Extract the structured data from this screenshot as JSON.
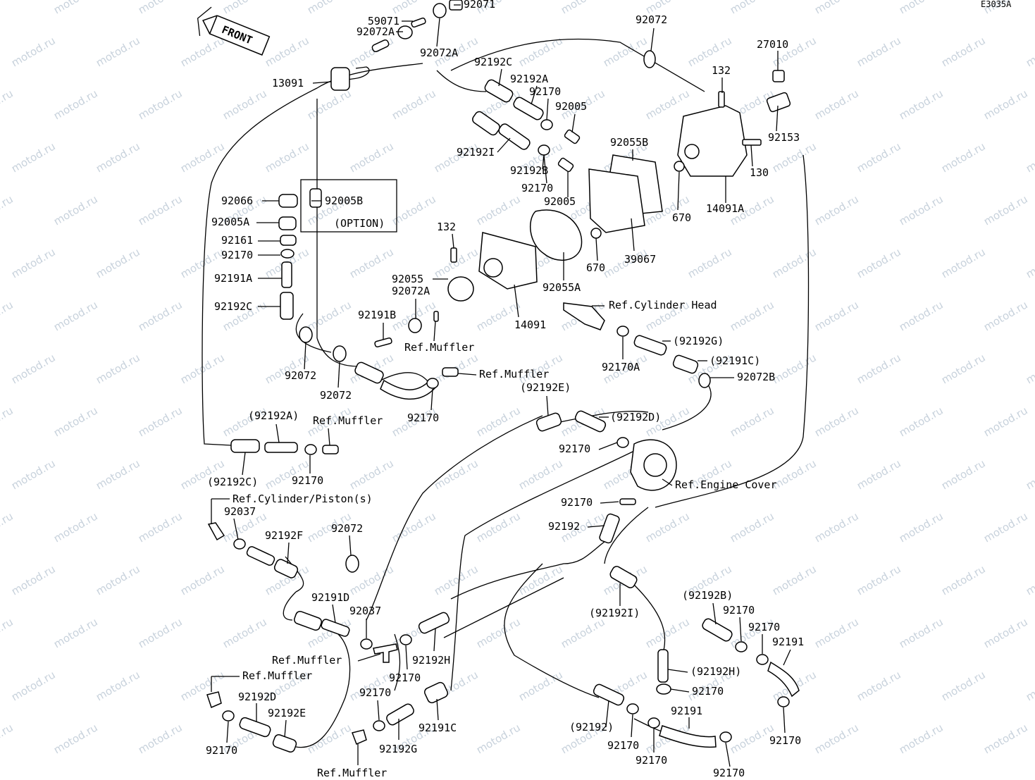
{
  "diagram_code": "E3035A",
  "front_label": "FRONT",
  "watermark": "motod.ru",
  "labels": [
    {
      "id": "l1",
      "text": "92071"
    },
    {
      "id": "l2",
      "text": "59071"
    },
    {
      "id": "l3",
      "text": "92072A"
    },
    {
      "id": "l4",
      "text": "92072A"
    },
    {
      "id": "l5",
      "text": "92072"
    },
    {
      "id": "l6",
      "text": "27010"
    },
    {
      "id": "l7",
      "text": "13091"
    },
    {
      "id": "l8",
      "text": "92192C"
    },
    {
      "id": "l9",
      "text": "92192A"
    },
    {
      "id": "l10",
      "text": "92170"
    },
    {
      "id": "l11",
      "text": "132"
    },
    {
      "id": "l12",
      "text": "92005"
    },
    {
      "id": "l13",
      "text": "92153"
    },
    {
      "id": "l14",
      "text": "92055B"
    },
    {
      "id": "l15",
      "text": "92192I"
    },
    {
      "id": "l16",
      "text": "92192B"
    },
    {
      "id": "l17",
      "text": "130"
    },
    {
      "id": "l18",
      "text": "92170"
    },
    {
      "id": "l19",
      "text": "92005"
    },
    {
      "id": "l20",
      "text": "92066"
    },
    {
      "id": "l21",
      "text": "92005B"
    },
    {
      "id": "l22",
      "text": "(OPTION)"
    },
    {
      "id": "l23",
      "text": "92005A"
    },
    {
      "id": "l24",
      "text": "670"
    },
    {
      "id": "l25",
      "text": "14091A"
    },
    {
      "id": "l26",
      "text": "92161"
    },
    {
      "id": "l27",
      "text": "132"
    },
    {
      "id": "l28",
      "text": "92170"
    },
    {
      "id": "l29",
      "text": "670"
    },
    {
      "id": "l30",
      "text": "39067"
    },
    {
      "id": "l31",
      "text": "92191A"
    },
    {
      "id": "l32",
      "text": "92055"
    },
    {
      "id": "l33",
      "text": "92072A"
    },
    {
      "id": "l34",
      "text": "92055A"
    },
    {
      "id": "l35",
      "text": "92192C"
    },
    {
      "id": "l36",
      "text": "Ref.Cylinder Head"
    },
    {
      "id": "l37",
      "text": "92191B"
    },
    {
      "id": "l38",
      "text": "14091"
    },
    {
      "id": "l39",
      "text": "Ref.Muffler"
    },
    {
      "id": "l40",
      "text": "(92192G)"
    },
    {
      "id": "l41",
      "text": "92072"
    },
    {
      "id": "l42",
      "text": "92072"
    },
    {
      "id": "l43",
      "text": "92170A"
    },
    {
      "id": "l44",
      "text": "(92191C)"
    },
    {
      "id": "l45",
      "text": "Ref.Muffler"
    },
    {
      "id": "l46",
      "text": "92072B"
    },
    {
      "id": "l47",
      "text": "(92192E)"
    },
    {
      "id": "l48",
      "text": "92170"
    },
    {
      "id": "l49",
      "text": "(92192A)"
    },
    {
      "id": "l50",
      "text": "Ref.Muffler"
    },
    {
      "id": "l51",
      "text": "(92192D)"
    },
    {
      "id": "l52",
      "text": "92170"
    },
    {
      "id": "l53",
      "text": "(92192C)"
    },
    {
      "id": "l54",
      "text": "92170"
    },
    {
      "id": "l55",
      "text": "Ref.Engine Cover"
    },
    {
      "id": "l56",
      "text": "Ref.Cylinder/Piston(s)"
    },
    {
      "id": "l57",
      "text": "92170"
    },
    {
      "id": "l58",
      "text": "92037"
    },
    {
      "id": "l59",
      "text": "92192"
    },
    {
      "id": "l60",
      "text": "92192F"
    },
    {
      "id": "l61",
      "text": "92072"
    },
    {
      "id": "l62",
      "text": "(92192I)"
    },
    {
      "id": "l63",
      "text": "(92192B)"
    },
    {
      "id": "l64",
      "text": "92191D"
    },
    {
      "id": "l65",
      "text": "92037"
    },
    {
      "id": "l66",
      "text": "92170"
    },
    {
      "id": "l67",
      "text": "92170"
    },
    {
      "id": "l68",
      "text": "92191"
    },
    {
      "id": "l69",
      "text": "Ref.Muffler"
    },
    {
      "id": "l70",
      "text": "92192H"
    },
    {
      "id": "l71",
      "text": "92170"
    },
    {
      "id": "l72",
      "text": "(92192H)"
    },
    {
      "id": "l73",
      "text": "Ref.Muffler"
    },
    {
      "id": "l74",
      "text": "92170"
    },
    {
      "id": "l75",
      "text": "92170"
    },
    {
      "id": "l76",
      "text": "92192D"
    },
    {
      "id": "l77",
      "text": "92192E"
    },
    {
      "id": "l78",
      "text": "92191"
    },
    {
      "id": "l79",
      "text": "92191C"
    },
    {
      "id": "l80",
      "text": "(92192)"
    },
    {
      "id": "l81",
      "text": "92170"
    },
    {
      "id": "l82",
      "text": "92170"
    },
    {
      "id": "l83",
      "text": "92192G"
    },
    {
      "id": "l84",
      "text": "92170"
    },
    {
      "id": "l85",
      "text": "92170"
    },
    {
      "id": "l86",
      "text": "92170"
    },
    {
      "id": "l87",
      "text": "Ref.Muffler"
    }
  ]
}
